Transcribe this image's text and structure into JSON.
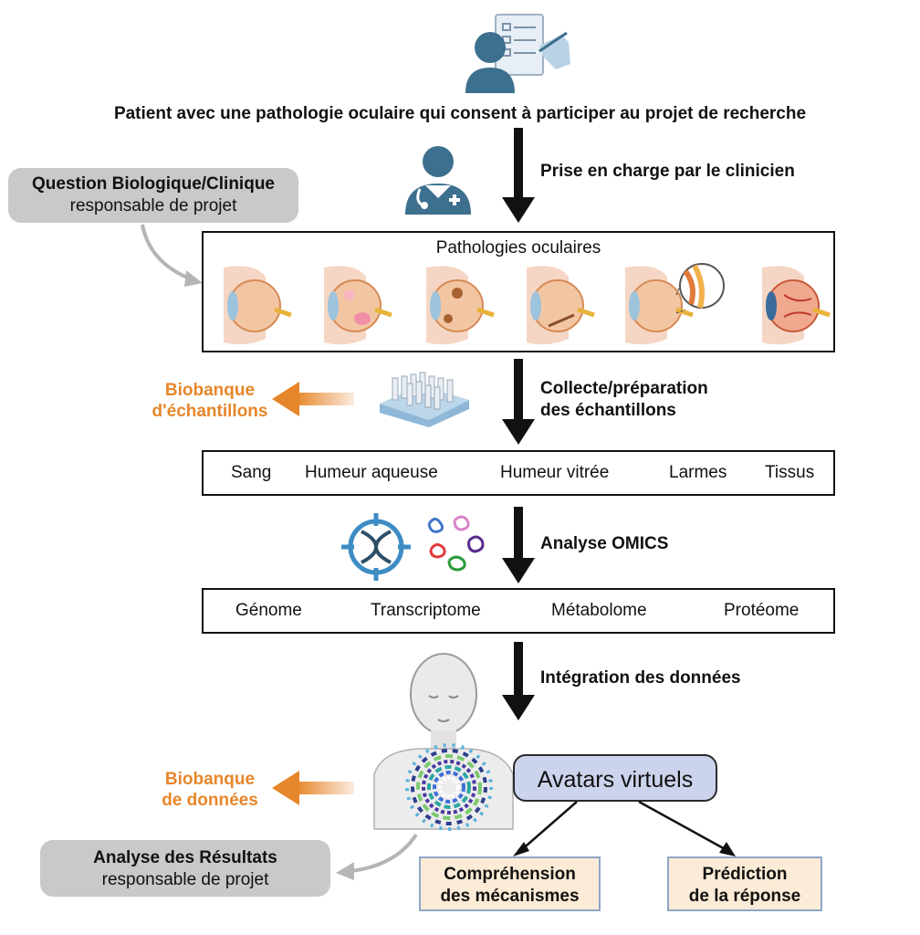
{
  "title": "Patient avec une pathologie oculaire qui consent à participer au projet de recherche",
  "steps": {
    "step1": "Prise en charge par le clinicien",
    "step2_line1": "Collecte/préparation",
    "step2_line2": "des échantillons",
    "step3": "Analyse OMICS",
    "step4": "Intégration des données"
  },
  "question_box": {
    "title": "Question Biologique/Clinique",
    "subtitle": "responsable de projet"
  },
  "pathologies_box": {
    "title": "Pathologies oculaires"
  },
  "sample_biobank": {
    "line1": "Biobanque",
    "line2": "d'échantillons"
  },
  "samples": [
    "Sang",
    "Humeur aqueuse",
    "Humeur vitrée",
    "Larmes",
    "Tissus"
  ],
  "omics": [
    "Génome",
    "Transcriptome",
    "Métabolome",
    "Protéome"
  ],
  "data_biobank": {
    "line1": "Biobanque",
    "line2": "de données"
  },
  "avatar_box": "Avatars virtuels",
  "results_box": {
    "title": "Analyse des Résultats",
    "subtitle": "responsable de projet"
  },
  "outputs": {
    "left_line1": "Compréhension",
    "left_line2": "des mécanismes",
    "right_line1": "Prédiction",
    "right_line2": "de la réponse"
  },
  "colors": {
    "arrow": "#111111",
    "orange": "#e6862a",
    "gray_box": "#c9c9c9",
    "avatar_fill": "#ccd3ec",
    "output_fill": "#fcebd6",
    "output_border": "#8fa6c9",
    "icon_blue": "#3d6f8e"
  }
}
